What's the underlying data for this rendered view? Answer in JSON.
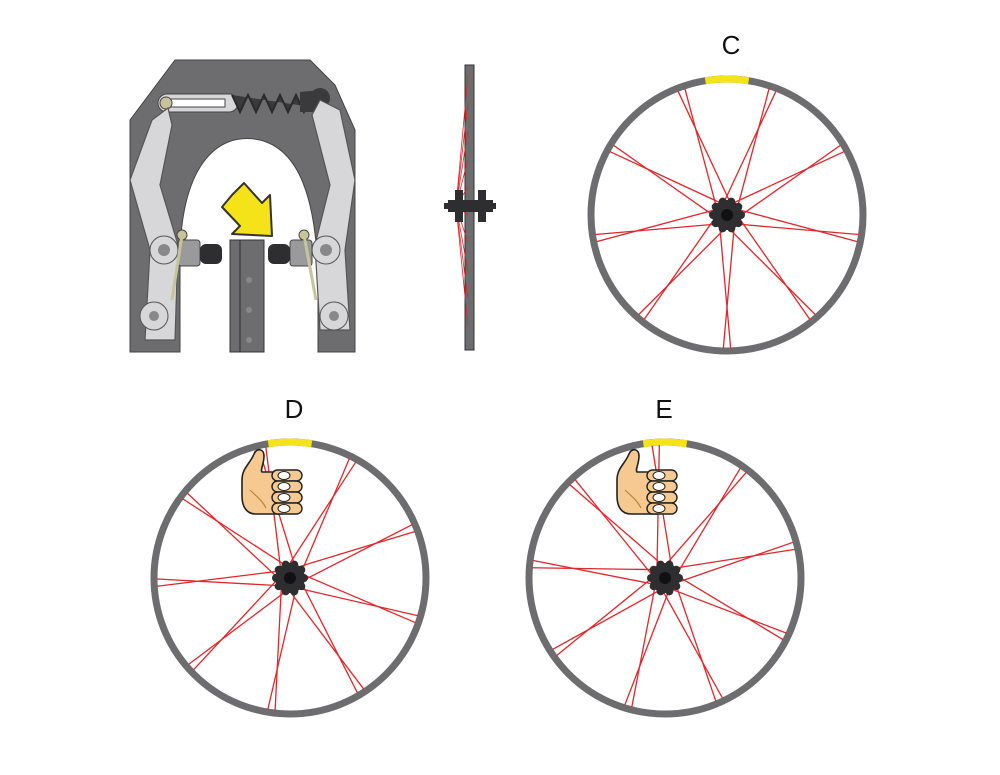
{
  "panels": [
    {
      "id": "brake-closeup",
      "label": ""
    },
    {
      "id": "wheel-side-view",
      "label": ""
    },
    {
      "id": "wheel-c",
      "label": "C",
      "spoke_rotation_deg": 0,
      "hand": false
    },
    {
      "id": "wheel-d",
      "label": "D",
      "spoke_rotation_deg": 8,
      "hand": true
    },
    {
      "id": "wheel-e",
      "label": "E",
      "spoke_rotation_deg": 16,
      "hand": true
    }
  ],
  "colors": {
    "rim": "#6d6d6f",
    "spoke": "#e0262b",
    "hub": "#2e2e30",
    "highlight": "#f5e31a",
    "arrow": "#f5e31a",
    "caliper": "#6d6d6f",
    "brake_arm": "#d7d7d9",
    "skin": "#f5c98f"
  },
  "icons": [
    "down-right-arrow-icon",
    "thumbs-up-hand-icon",
    "thumbs-up-hand-icon"
  ]
}
